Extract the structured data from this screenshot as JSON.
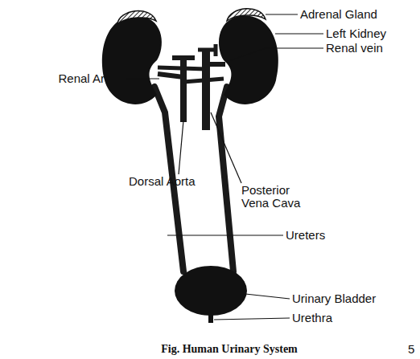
{
  "diagram": {
    "caption": "Fig. Human Urinary System",
    "labels": [
      "Adrenal Gland",
      "Left Kidney",
      "Renal vein",
      "Renal Artery",
      "Dorsal Aorta",
      "Posterior Vena Cava",
      "Ureters",
      "Urinary Bladder",
      "Urethra",
      "5"
    ]
  }
}
